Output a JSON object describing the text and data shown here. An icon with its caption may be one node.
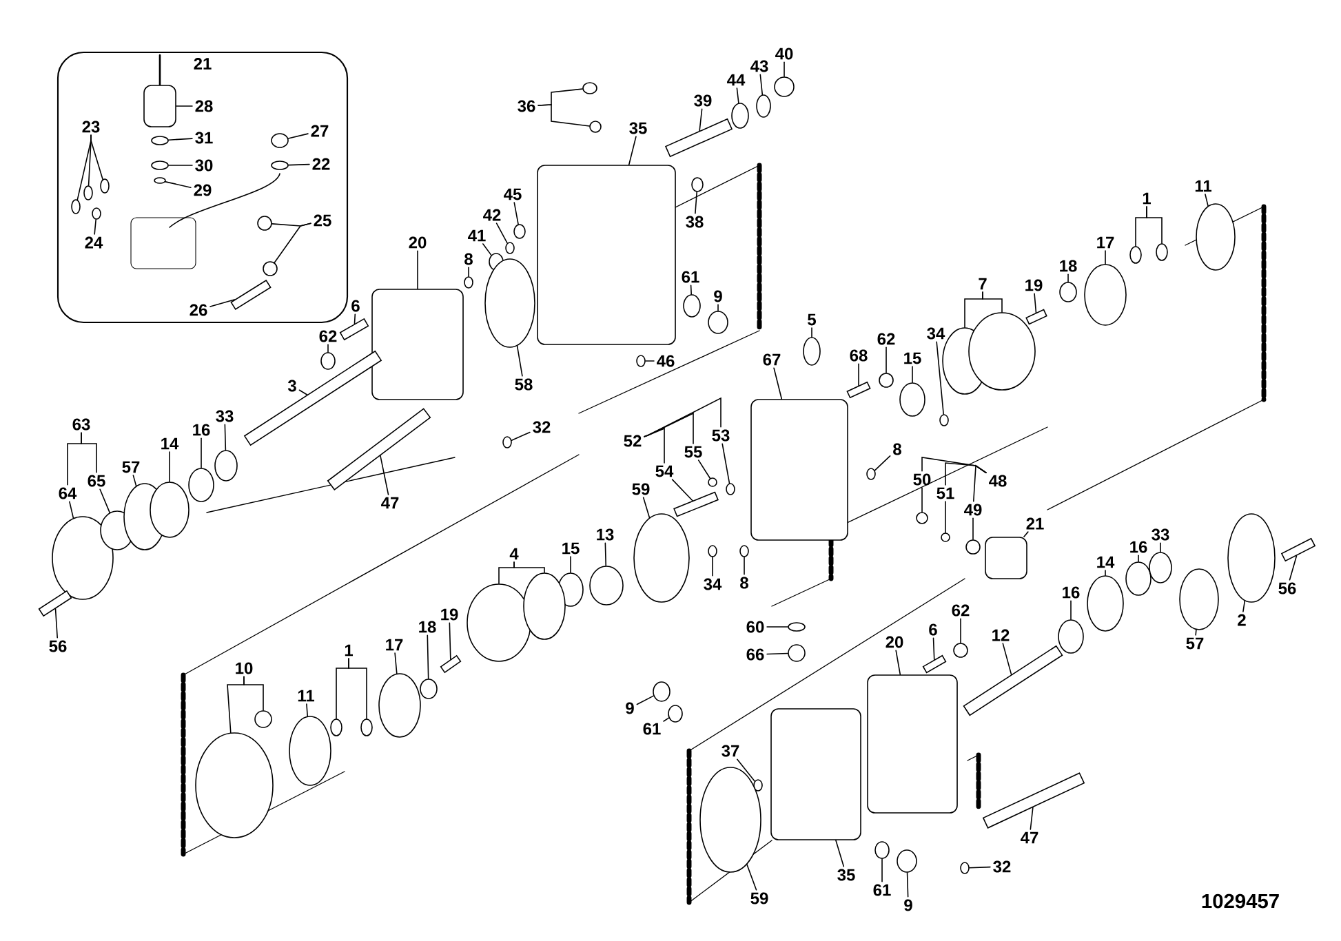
{
  "diagram": {
    "nodes": [
      {
        "text": [
          "21"
        ]
      },
      {
        "text": [
          "28"
        ],
        "in": 0
      },
      {
        "text": [
          "31"
        ],
        "in": 0
      },
      {
        "text": [
          "30"
        ],
        "in": 0
      },
      {
        "text": [
          "29"
        ],
        "in": 0
      },
      {
        "text": [
          "27"
        ],
        "in": 0
      },
      {
        "text": [
          "22"
        ],
        "in": 0
      },
      {
        "text": [
          "23"
        ],
        "in": 0
      },
      {
        "text": [
          "24"
        ],
        "in": 0
      },
      {
        "text": [
          "25"
        ],
        "in": 0
      },
      {
        "text": [
          "26"
        ],
        "in": 0
      },
      {
        "text": [
          "36"
        ]
      },
      {
        "text": [
          "35"
        ]
      },
      {
        "text": [
          "39"
        ]
      },
      {
        "text": [
          "44"
        ]
      },
      {
        "text": [
          "43"
        ]
      },
      {
        "text": [
          "40"
        ]
      },
      {
        "text": [
          "38"
        ]
      },
      {
        "text": [
          "45"
        ]
      },
      {
        "text": [
          "42"
        ]
      },
      {
        "text": [
          "41"
        ]
      },
      {
        "text": [
          "8"
        ]
      },
      {
        "text": [
          "20"
        ]
      },
      {
        "text": [
          "61"
        ]
      },
      {
        "text": [
          "9"
        ]
      },
      {
        "text": [
          "6"
        ]
      },
      {
        "text": [
          "62"
        ]
      },
      {
        "text": [
          "58"
        ]
      },
      {
        "text": [
          "46"
        ]
      },
      {
        "text": [
          "3"
        ]
      },
      {
        "text": [
          "32"
        ]
      },
      {
        "text": [
          "47"
        ]
      },
      {
        "text": [
          "63"
        ]
      },
      {
        "text": [
          "64"
        ]
      },
      {
        "text": [
          "65"
        ]
      },
      {
        "text": [
          "57"
        ]
      },
      {
        "text": [
          "14"
        ]
      },
      {
        "text": [
          "16"
        ]
      },
      {
        "text": [
          "33"
        ]
      },
      {
        "text": [
          "56"
        ]
      },
      {
        "text": [
          "1"
        ]
      },
      {
        "text": [
          "11"
        ]
      },
      {
        "text": [
          "17"
        ]
      },
      {
        "text": [
          "18"
        ]
      },
      {
        "text": [
          "19"
        ]
      },
      {
        "text": [
          "7"
        ]
      },
      {
        "text": [
          "5"
        ]
      },
      {
        "text": [
          "68"
        ]
      },
      {
        "text": [
          "62"
        ]
      },
      {
        "text": [
          "15"
        ]
      },
      {
        "text": [
          "34"
        ]
      },
      {
        "text": [
          "67"
        ]
      },
      {
        "text": [
          "52"
        ]
      },
      {
        "text": [
          "55"
        ]
      },
      {
        "text": [
          "53"
        ]
      },
      {
        "text": [
          "54"
        ]
      },
      {
        "text": [
          "59"
        ]
      },
      {
        "text": [
          "13"
        ]
      },
      {
        "text": [
          "15"
        ]
      },
      {
        "text": [
          "4"
        ]
      },
      {
        "text": [
          "34"
        ]
      },
      {
        "text": [
          "8"
        ]
      },
      {
        "text": [
          "8"
        ]
      },
      {
        "text": [
          "50"
        ]
      },
      {
        "text": [
          "51"
        ]
      },
      {
        "text": [
          "48"
        ]
      },
      {
        "text": [
          "49"
        ]
      },
      {
        "text": [
          "21"
        ]
      },
      {
        "text": [
          "60"
        ]
      },
      {
        "text": [
          "66"
        ]
      },
      {
        "text": [
          "62"
        ]
      },
      {
        "text": [
          "6"
        ]
      },
      {
        "text": [
          "20"
        ]
      },
      {
        "text": [
          "12"
        ]
      },
      {
        "text": [
          "16"
        ]
      },
      {
        "text": [
          "14"
        ]
      },
      {
        "text": [
          "16"
        ]
      },
      {
        "text": [
          "33"
        ]
      },
      {
        "text": [
          "56"
        ]
      },
      {
        "text": [
          "2"
        ]
      },
      {
        "text": [
          "57"
        ]
      },
      {
        "text": [
          "9"
        ]
      },
      {
        "text": [
          "61"
        ]
      },
      {
        "text": [
          "37"
        ]
      },
      {
        "text": [
          "59"
        ]
      },
      {
        "text": [
          "35"
        ]
      },
      {
        "text": [
          "61"
        ]
      },
      {
        "text": [
          "9"
        ]
      },
      {
        "text": [
          "32"
        ]
      },
      {
        "text": [
          "47"
        ]
      },
      {
        "text": [
          "10"
        ]
      },
      {
        "text": [
          "11"
        ]
      },
      {
        "text": [
          "1"
        ]
      },
      {
        "text": [
          "17"
        ]
      },
      {
        "text": [
          "18"
        ]
      },
      {
        "text": [
          "19"
        ]
      },
      {
        "text": [],
        "shape": "box",
        "in": 0
      },
      {
        "text": [],
        "shape": "circle",
        "in": 0
      },
      {
        "text": [],
        "shape": "circle",
        "in": 0
      },
      {
        "text": [],
        "shape": "circle",
        "in": 0
      },
      {
        "text": [],
        "shape": "circle",
        "in": 0
      },
      {
        "text": [],
        "shape": "circle",
        "in": 0
      },
      {
        "text": [],
        "shape": "circle",
        "in": 0
      },
      {
        "text": [],
        "shape": "circle",
        "in": 0
      },
      {
        "text": [],
        "shape": "circle",
        "in": 0
      },
      {
        "text": [],
        "shape": "circle",
        "in": 0
      },
      {
        "text": [],
        "shape": "circle",
        "in": 0
      },
      {
        "text": [],
        "shape": "circle",
        "in": 0
      },
      {
        "text": [],
        "shape": "bar",
        "in": 0
      },
      {
        "text": [],
        "shape": "circle"
      },
      {
        "text": [],
        "shape": "circle"
      },
      {
        "text": [],
        "shape": "box"
      },
      {
        "text": [],
        "shape": "bar"
      },
      {
        "text": [],
        "shape": "circle"
      },
      {
        "text": [],
        "shape": "circle"
      },
      {
        "text": [],
        "shape": "circle"
      },
      {
        "text": [],
        "shape": "circle"
      },
      {
        "text": [],
        "shape": "circle"
      },
      {
        "text": [],
        "shape": "circle"
      },
      {
        "text": [],
        "shape": "circle"
      },
      {
        "text": [],
        "shape": "circle"
      },
      {
        "text": [],
        "shape": "box"
      },
      {
        "text": [],
        "shape": "circle"
      },
      {
        "text": [],
        "shape": "circle"
      },
      {
        "text": [],
        "shape": "bar"
      },
      {
        "text": [],
        "shape": "circle"
      },
      {
        "text": [],
        "shape": "circle"
      },
      {
        "text": [],
        "shape": "circle"
      },
      {
        "text": [],
        "shape": "bar"
      },
      {
        "text": [],
        "shape": "circle"
      },
      {
        "text": [],
        "shape": "bar"
      },
      {
        "text": [],
        "shape": "circle"
      },
      {
        "text": [],
        "shape": "circle"
      },
      {
        "text": [],
        "shape": "circle"
      },
      {
        "text": [],
        "shape": "circle"
      },
      {
        "text": [],
        "shape": "circle"
      },
      {
        "text": [],
        "shape": "circle"
      },
      {
        "text": [],
        "shape": "bar"
      },
      {
        "text": [],
        "shape": "circle"
      },
      {
        "text": [],
        "shape": "circle"
      },
      {
        "text": [],
        "shape": "circle"
      },
      {
        "text": [],
        "shape": "circle"
      },
      {
        "text": [],
        "shape": "circle"
      },
      {
        "text": [],
        "shape": "bar"
      },
      {
        "text": [],
        "shape": "circle"
      },
      {
        "text": [],
        "shape": "circle"
      },
      {
        "text": [],
        "shape": "circle"
      },
      {
        "text": [],
        "shape": "bar"
      },
      {
        "text": [],
        "shape": "circle"
      },
      {
        "text": [],
        "shape": "circle"
      },
      {
        "text": [],
        "shape": "circle"
      },
      {
        "text": [],
        "shape": "box"
      },
      {
        "text": [],
        "shape": "circle"
      },
      {
        "text": [],
        "shape": "circle"
      },
      {
        "text": [],
        "shape": "bar"
      },
      {
        "text": [],
        "shape": "circle"
      },
      {
        "text": [],
        "shape": "circle"
      },
      {
        "text": [],
        "shape": "circle"
      },
      {
        "text": [],
        "shape": "circle"
      },
      {
        "text": [],
        "shape": "circle"
      },
      {
        "text": [],
        "shape": "circle"
      },
      {
        "text": [],
        "shape": "circle"
      },
      {
        "text": [],
        "shape": "circle"
      },
      {
        "text": [],
        "shape": "circle"
      },
      {
        "text": [],
        "shape": "circle"
      },
      {
        "text": [],
        "shape": "circle"
      },
      {
        "text": [],
        "shape": "box"
      },
      {
        "text": [],
        "shape": "circle"
      },
      {
        "text": [],
        "shape": "circle"
      },
      {
        "text": [],
        "shape": "circle"
      },
      {
        "text": [],
        "shape": "bar"
      },
      {
        "text": [],
        "shape": "box"
      },
      {
        "text": [],
        "shape": "bar"
      },
      {
        "text": [],
        "shape": "circle"
      },
      {
        "text": [],
        "shape": "circle"
      },
      {
        "text": [],
        "shape": "circle"
      },
      {
        "text": [],
        "shape": "circle"
      },
      {
        "text": [],
        "shape": "bar"
      },
      {
        "text": [],
        "shape": "circle"
      },
      {
        "text": [],
        "shape": "circle"
      },
      {
        "text": [],
        "shape": "circle"
      },
      {
        "text": [],
        "shape": "circle"
      },
      {
        "text": [],
        "shape": "circle"
      },
      {
        "text": [],
        "shape": "circle"
      },
      {
        "text": [],
        "shape": "box"
      },
      {
        "text": [],
        "shape": "circle"
      },
      {
        "text": [],
        "shape": "circle"
      },
      {
        "text": [],
        "shape": "circle"
      },
      {
        "text": [],
        "shape": "bar"
      },
      {
        "text": [],
        "shape": "circle"
      },
      {
        "text": [],
        "shape": "circle"
      },
      {
        "text": [],
        "shape": "circle"
      },
      {
        "text": [],
        "shape": "circle"
      },
      {
        "text": [],
        "shape": "circle"
      },
      {
        "text": [],
        "shape": "circle"
      },
      {
        "text": [],
        "shape": "circle"
      },
      {
        "text": [],
        "shape": "bar"
      }
    ],
    "edges": [
      {
        "from": 1,
        "to": 96,
        "arrow": "none"
      },
      {
        "from": 2,
        "to": 97,
        "arrow": "none"
      },
      {
        "from": 3,
        "to": 98,
        "arrow": "none"
      },
      {
        "from": 4,
        "to": 99,
        "arrow": "none"
      },
      {
        "from": 5,
        "to": 100,
        "arrow": "none"
      },
      {
        "from": 6,
        "to": 101,
        "arrow": "none"
      },
      {
        "from": 7,
        "to": 102,
        "arrow": "none"
      },
      {
        "from": 7,
        "to": 103,
        "arrow": "none"
      },
      {
        "from": 7,
        "to": 104,
        "arrow": "none"
      },
      {
        "from": 8,
        "to": 105,
        "arrow": "none"
      },
      {
        "from": 9,
        "to": 106,
        "arrow": "none"
      },
      {
        "from": 9,
        "to": 107,
        "arrow": "none"
      },
      {
        "from": 10,
        "to": 108,
        "arrow": "none"
      },
      {
        "from": 11,
        "to": 109,
        "arrow": "none"
      },
      {
        "from": 11,
        "to": 110,
        "arrow": "none"
      },
      {
        "from": 12,
        "to": 111,
        "arrow": "none"
      },
      {
        "from": 13,
        "to": 112,
        "arrow": "none"
      },
      {
        "from": 14,
        "to": 113,
        "arrow": "none"
      },
      {
        "from": 15,
        "to": 114,
        "arrow": "none"
      },
      {
        "from": 16,
        "to": 115,
        "arrow": "none"
      },
      {
        "from": 17,
        "to": 116,
        "arrow": "none"
      },
      {
        "from": 18,
        "to": 117,
        "arrow": "none"
      },
      {
        "from": 19,
        "to": 118,
        "arrow": "none"
      },
      {
        "from": 20,
        "to": 119,
        "arrow": "none"
      },
      {
        "from": 21,
        "to": 120,
        "arrow": "none"
      },
      {
        "from": 22,
        "to": 121,
        "arrow": "none"
      },
      {
        "from": 23,
        "to": 122,
        "arrow": "none"
      },
      {
        "from": 24,
        "to": 123,
        "arrow": "none"
      },
      {
        "from": 25,
        "to": 124,
        "arrow": "none"
      },
      {
        "from": 26,
        "to": 125,
        "arrow": "none"
      },
      {
        "from": 27,
        "to": 126,
        "arrow": "none"
      },
      {
        "from": 28,
        "to": 127,
        "arrow": "none"
      },
      {
        "from": 29,
        "to": 128,
        "arrow": "none"
      },
      {
        "from": 30,
        "to": 129,
        "arrow": "none"
      },
      {
        "from": 31,
        "to": 130,
        "arrow": "none"
      },
      {
        "from": 32,
        "to": 33,
        "arrow": "none"
      },
      {
        "from": 32,
        "to": 34,
        "arrow": "none"
      },
      {
        "from": 33,
        "to": 131,
        "arrow": "none"
      },
      {
        "from": 34,
        "to": 132,
        "arrow": "none"
      },
      {
        "from": 35,
        "to": 133,
        "arrow": "none"
      },
      {
        "from": 36,
        "to": 134,
        "arrow": "none"
      },
      {
        "from": 37,
        "to": 135,
        "arrow": "none"
      },
      {
        "from": 38,
        "to": 136,
        "arrow": "none"
      },
      {
        "from": 39,
        "to": 137,
        "arrow": "none"
      },
      {
        "from": 40,
        "to": 138,
        "arrow": "none"
      },
      {
        "from": 40,
        "to": 139,
        "arrow": "none"
      },
      {
        "from": 41,
        "to": 140,
        "arrow": "none"
      },
      {
        "from": 42,
        "to": 141,
        "arrow": "none"
      },
      {
        "from": 43,
        "to": 142,
        "arrow": "none"
      },
      {
        "from": 44,
        "to": 143,
        "arrow": "none"
      },
      {
        "from": 45,
        "to": 144,
        "arrow": "none"
      },
      {
        "from": 45,
        "to": 145,
        "arrow": "none"
      },
      {
        "from": 46,
        "to": 146,
        "arrow": "none"
      },
      {
        "from": 47,
        "to": 147,
        "arrow": "none"
      },
      {
        "from": 48,
        "to": 148,
        "arrow": "none"
      },
      {
        "from": 49,
        "to": 149,
        "arrow": "none"
      },
      {
        "from": 50,
        "to": 150,
        "arrow": "none"
      },
      {
        "from": 51,
        "to": 151,
        "arrow": "none"
      },
      {
        "from": 52,
        "to": 55,
        "arrow": "none"
      },
      {
        "from": 52,
        "to": 53,
        "arrow": "none"
      },
      {
        "from": 52,
        "to": 54,
        "arrow": "none"
      },
      {
        "from": 53,
        "to": 152,
        "arrow": "none"
      },
      {
        "from": 54,
        "to": 153,
        "arrow": "none"
      },
      {
        "from": 55,
        "to": 154,
        "arrow": "none"
      },
      {
        "from": 56,
        "to": 155,
        "arrow": "none"
      },
      {
        "from": 57,
        "to": 156,
        "arrow": "none"
      },
      {
        "from": 58,
        "to": 157,
        "arrow": "none"
      },
      {
        "from": 59,
        "to": 158,
        "arrow": "none"
      },
      {
        "from": 59,
        "to": 159,
        "arrow": "none"
      },
      {
        "from": 60,
        "to": 160,
        "arrow": "none"
      },
      {
        "from": 61,
        "to": 161,
        "arrow": "none"
      },
      {
        "from": 62,
        "to": 162,
        "arrow": "none"
      },
      {
        "from": 63,
        "to": 163,
        "arrow": "none"
      },
      {
        "from": 64,
        "to": 164,
        "arrow": "none"
      },
      {
        "from": 65,
        "to": 63,
        "arrow": "none"
      },
      {
        "from": 65,
        "to": 64,
        "arrow": "none"
      },
      {
        "from": 65,
        "to": 66,
        "arrow": "none"
      },
      {
        "from": 66,
        "to": 165,
        "arrow": "none"
      },
      {
        "from": 67,
        "to": 166,
        "arrow": "none"
      },
      {
        "from": 68,
        "to": 167,
        "arrow": "none"
      },
      {
        "from": 69,
        "to": 168,
        "arrow": "none"
      },
      {
        "from": 70,
        "to": 169,
        "arrow": "none"
      },
      {
        "from": 71,
        "to": 170,
        "arrow": "none"
      },
      {
        "from": 72,
        "to": 171,
        "arrow": "none"
      },
      {
        "from": 73,
        "to": 172,
        "arrow": "none"
      },
      {
        "from": 74,
        "to": 173,
        "arrow": "none"
      },
      {
        "from": 75,
        "to": 174,
        "arrow": "none"
      },
      {
        "from": 76,
        "to": 175,
        "arrow": "none"
      },
      {
        "from": 77,
        "to": 176,
        "arrow": "none"
      },
      {
        "from": 78,
        "to": 177,
        "arrow": "none"
      },
      {
        "from": 79,
        "to": 178,
        "arrow": "none"
      },
      {
        "from": 80,
        "to": 179,
        "arrow": "none"
      },
      {
        "from": 81,
        "to": 180,
        "arrow": "none"
      },
      {
        "from": 82,
        "to": 181,
        "arrow": "none"
      },
      {
        "from": 83,
        "to": 182,
        "arrow": "none"
      },
      {
        "from": 84,
        "to": 183,
        "arrow": "none"
      },
      {
        "from": 85,
        "to": 184,
        "arrow": "none"
      },
      {
        "from": 86,
        "to": 185,
        "arrow": "none"
      },
      {
        "from": 87,
        "to": 186,
        "arrow": "none"
      },
      {
        "from": 88,
        "to": 187,
        "arrow": "none"
      },
      {
        "from": 89,
        "to": 188,
        "arrow": "none"
      },
      {
        "from": 90,
        "to": 189,
        "arrow": "none"
      },
      {
        "from": 90,
        "to": 190,
        "arrow": "none"
      },
      {
        "from": 91,
        "to": 191,
        "arrow": "none"
      },
      {
        "from": 92,
        "to": 192,
        "arrow": "none"
      },
      {
        "from": 92,
        "to": 193,
        "arrow": "none"
      },
      {
        "from": 93,
        "to": 194,
        "arrow": "none"
      },
      {
        "from": 94,
        "to": 195,
        "arrow": "none"
      },
      {
        "from": 95,
        "to": 196,
        "arrow": "none"
      }
    ],
    "labels": [
      "1029457"
    ]
  }
}
